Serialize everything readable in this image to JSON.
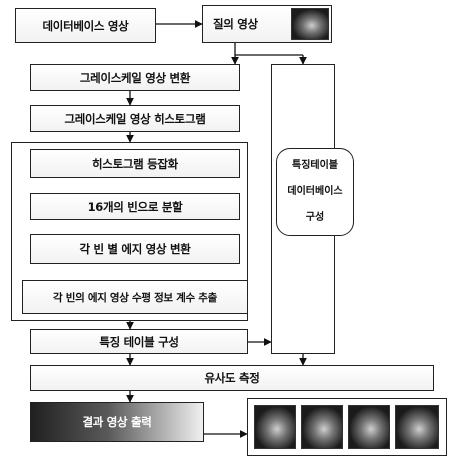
{
  "nodes": {
    "database_image": "데이터베이스 영상",
    "query_image": "질의 영상",
    "grayscale_convert": "그레이스케일 영상 변환",
    "grayscale_histogram": "그레이스케일 영상 히스토그램",
    "histogram_equalization": "히스토그램 등잡화",
    "split_bins": "16개의 빈으로 분할",
    "edge_convert_per_bin": "각 빈 별 에지 영상 변환",
    "edge_horizontal_coeff": "각 빈의 에지 영상 수평 정보 계수 추출",
    "feature_table_build": "특징 테이블 구성",
    "similarity": "유사도 측정",
    "result_output": "결과 영상 출력"
  },
  "side_box": {
    "lines": [
      "특징테이블",
      "데이터베이스",
      "구성"
    ]
  },
  "result_thumbnails": [
    "result-1",
    "result-2",
    "result-3",
    "result-4"
  ]
}
